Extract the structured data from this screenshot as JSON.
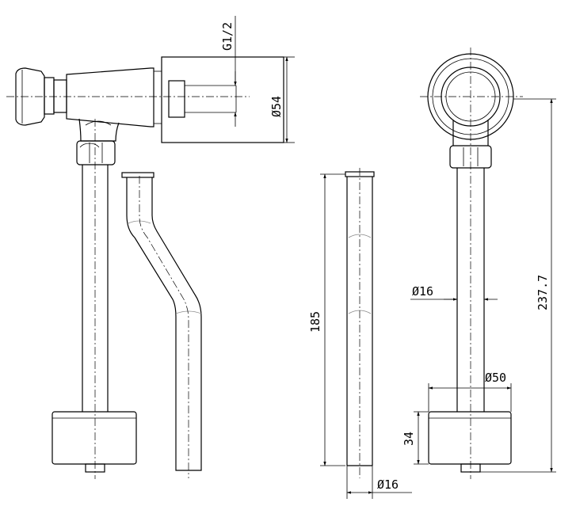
{
  "dimensions": {
    "thread": "G1/2",
    "body_diameter": "Ø54",
    "pipe_length": "185",
    "total_height": "237.7",
    "pipe_diameter": "Ø16",
    "pipe_diameter_bottom": "Ø16",
    "base_diameter": "Ø50",
    "base_height": "34"
  },
  "colors": {
    "line": "#000000",
    "background": "#ffffff"
  }
}
